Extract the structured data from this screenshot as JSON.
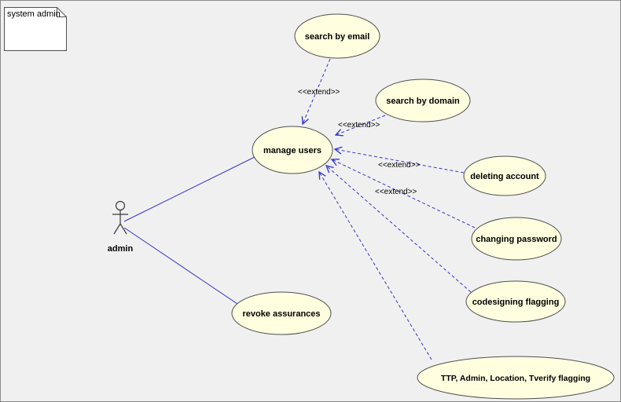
{
  "note": {
    "text": "system admin"
  },
  "actor": {
    "label": "admin"
  },
  "usecases": {
    "search_by_email": {
      "label": "search by email"
    },
    "search_by_domain": {
      "label": "search by domain"
    },
    "manage_users": {
      "label": "manage users"
    },
    "deleting_account": {
      "label": "deleting account"
    },
    "changing_password": {
      "label": "changing password"
    },
    "codesigning_flagging": {
      "label": "codesigning flagging"
    },
    "revoke_assurances": {
      "label": "revoke assurances"
    },
    "ttp_flagging": {
      "label": "TTP, Admin, Location, Tverify flagging"
    }
  },
  "edges": {
    "extend_label": "<<extend>>",
    "associations": [
      {
        "from": "admin",
        "to": "manage users",
        "style": "solid"
      },
      {
        "from": "admin",
        "to": "revoke assurances",
        "style": "solid"
      }
    ],
    "extends": [
      {
        "from": "search by email",
        "to": "manage users"
      },
      {
        "from": "search by domain",
        "to": "manage users"
      },
      {
        "from": "deleting account",
        "to": "manage users"
      },
      {
        "from": "changing password",
        "to": "manage users"
      },
      {
        "from": "codesigning flagging",
        "to": "manage users"
      },
      {
        "from": "TTP, Admin, Location, Tverify flagging",
        "to": "manage users"
      }
    ]
  },
  "colors": {
    "background": "#f0f0f0",
    "usecase_fill": "#ffffe0",
    "usecase_border": "#4f4f4f",
    "connector": "#3333cc",
    "text": "#000000"
  }
}
